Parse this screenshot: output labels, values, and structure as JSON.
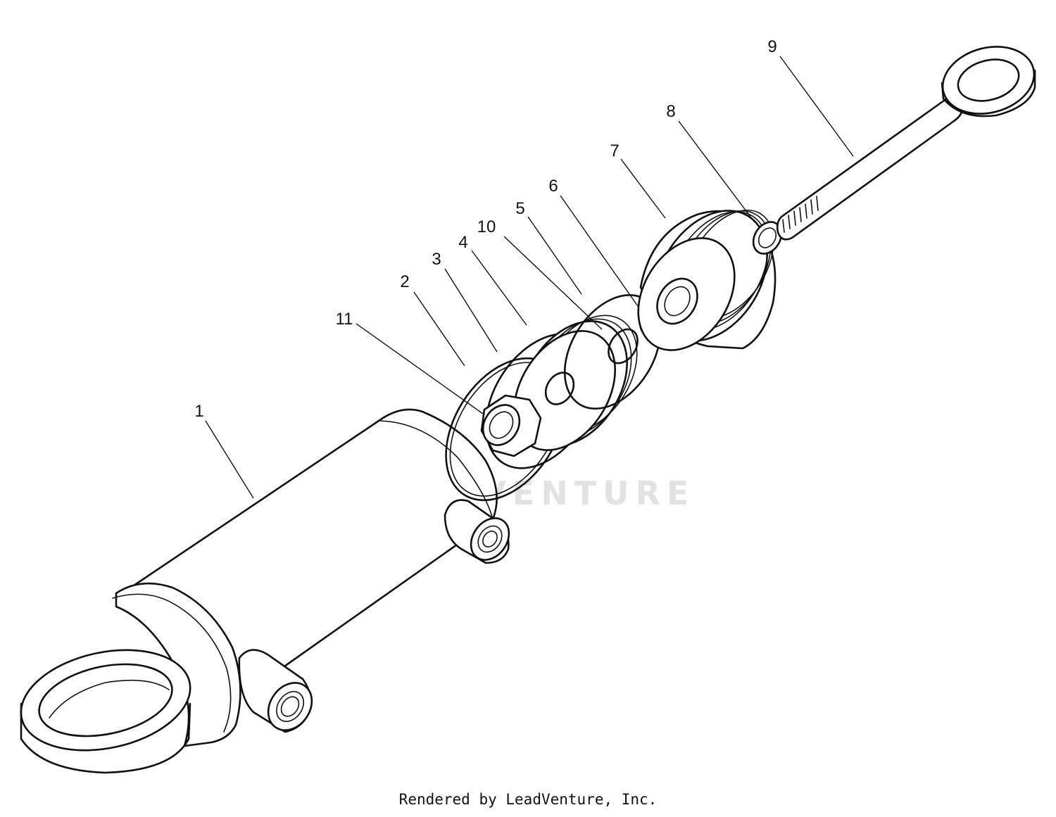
{
  "callouts": {
    "c1": "1",
    "c2": "2",
    "c3": "3",
    "c4": "4",
    "c5": "5",
    "c6": "6",
    "c7": "7",
    "c8": "8",
    "c9": "9",
    "c10": "10",
    "c11": "11"
  },
  "watermark": "LEADVENTURE",
  "footer": "Rendered by LeadVenture, Inc.",
  "colors": {
    "line": "#111111",
    "background": "#ffffff",
    "watermark": "#e2e2e2"
  }
}
